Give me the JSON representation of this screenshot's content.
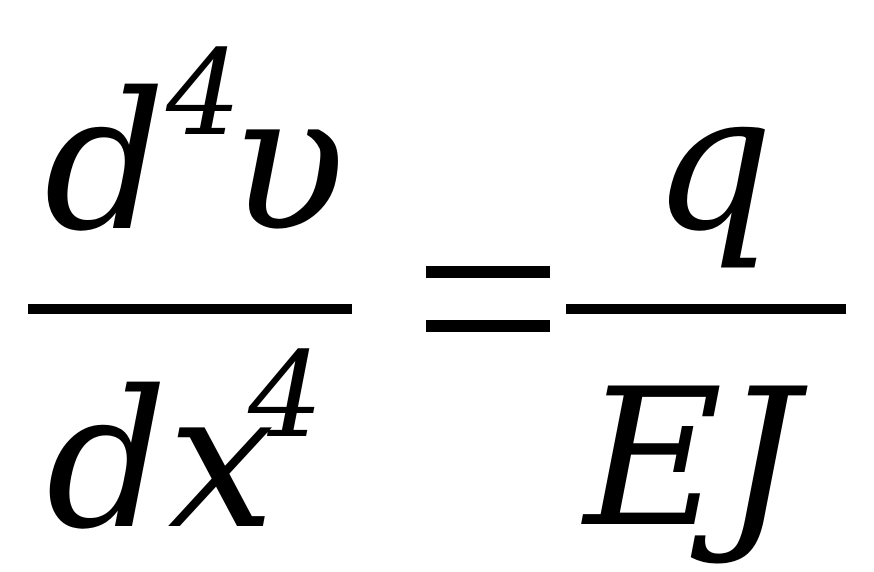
{
  "formula": {
    "lhs": {
      "numerator": {
        "base": "d",
        "exponent": "4",
        "variable": "υ"
      },
      "denominator": {
        "base": "dx",
        "exponent": "4"
      }
    },
    "operator": "=",
    "rhs": {
      "numerator": "q",
      "denominator": "EJ"
    }
  }
}
